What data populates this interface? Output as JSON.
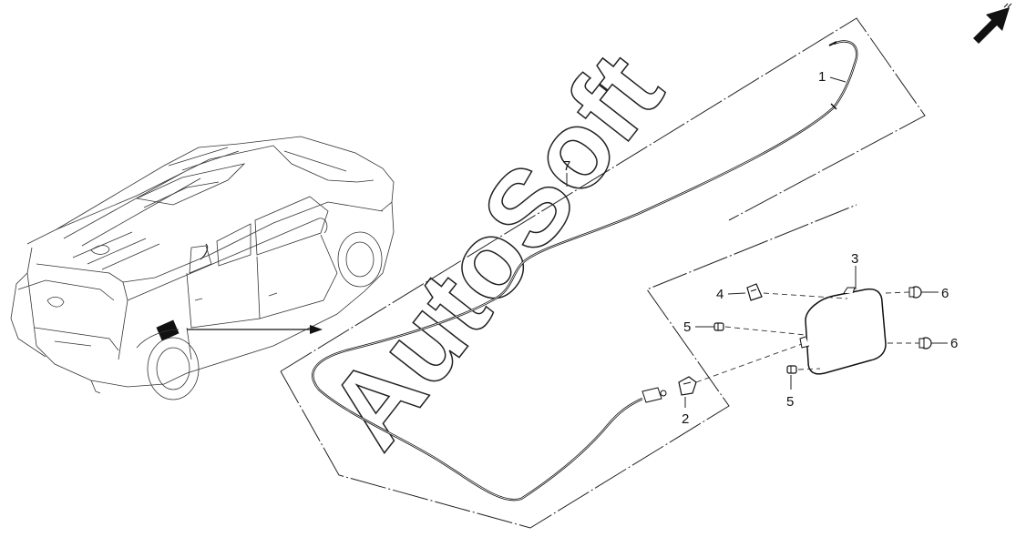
{
  "diagram": {
    "watermark": "AutoSoft",
    "callouts": {
      "c1": "1",
      "c2": "2",
      "c3": "3",
      "c4": "4",
      "c5a": "5",
      "c5b": "5",
      "c6a": "6",
      "c6b": "6",
      "c7": "7"
    },
    "icons": {
      "direction": "direction-arrow-icon"
    }
  }
}
